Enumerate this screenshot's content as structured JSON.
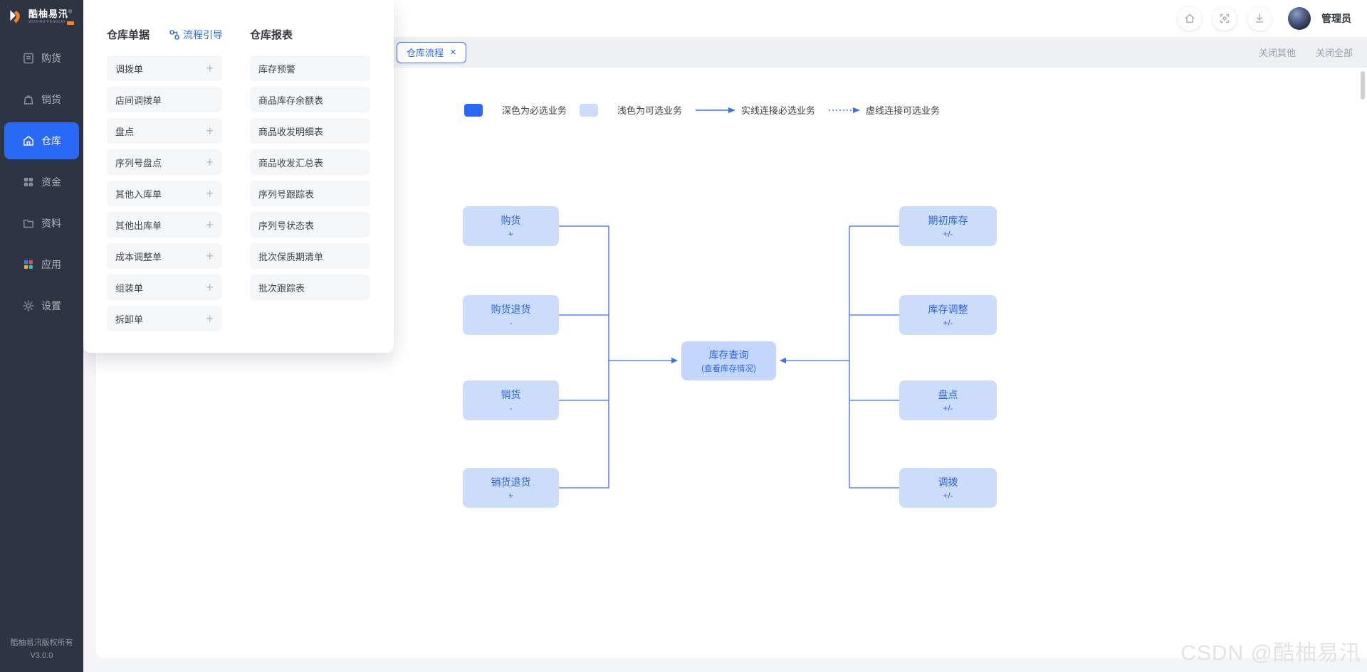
{
  "brand": {
    "name": "酷柚易汛",
    "reg": "®",
    "subtitle": "WUXING FENGLEI"
  },
  "sidebar": {
    "items": [
      {
        "id": "purchase",
        "icon": "ledger-icon",
        "label": "购货",
        "active": false
      },
      {
        "id": "sales",
        "icon": "bag-icon",
        "label": "销货",
        "active": false
      },
      {
        "id": "warehouse",
        "icon": "warehouse-icon",
        "label": "仓库",
        "active": true
      },
      {
        "id": "funds",
        "icon": "grid-icon",
        "label": "资金",
        "active": false
      },
      {
        "id": "materials",
        "icon": "folder-icon",
        "label": "资料",
        "active": false
      },
      {
        "id": "apps",
        "icon": "apps-icon",
        "label": "应用",
        "active": false
      },
      {
        "id": "settings",
        "icon": "gear-icon",
        "label": "设置",
        "active": false
      }
    ],
    "copyright": "酷柚易汛版权所有",
    "version": "V3.0.0"
  },
  "header": {
    "user": "管理员",
    "icons": [
      "home-icon",
      "fullscreen-icon",
      "download-icon"
    ]
  },
  "tabs": {
    "active": "仓库流程",
    "close_others": "关闭其他",
    "close_all": "关闭全部"
  },
  "mega_menu": {
    "col1_title": "仓库单据",
    "guide_link": "流程引导",
    "col2_title": "仓库报表",
    "documents": [
      {
        "label": "调拨单",
        "has_add": true
      },
      {
        "label": "店间调拨单",
        "has_add": false
      },
      {
        "label": "盘点",
        "has_add": true
      },
      {
        "label": "序列号盘点",
        "has_add": true
      },
      {
        "label": "其他入库单",
        "has_add": true
      },
      {
        "label": "其他出库单",
        "has_add": true
      },
      {
        "label": "成本调整单",
        "has_add": true
      },
      {
        "label": "组装单",
        "has_add": true
      },
      {
        "label": "拆卸单",
        "has_add": true
      }
    ],
    "reports": [
      "库存预警",
      "商品库存余额表",
      "商品收发明细表",
      "商品收发汇总表",
      "序列号跟踪表",
      "序列号状态表",
      "批次保质期清单",
      "批次跟踪表"
    ]
  },
  "legend": [
    {
      "type": "swatch-dark",
      "label": "深色为必选业务"
    },
    {
      "type": "swatch-light",
      "label": "浅色为可选业务"
    },
    {
      "type": "arrow-solid",
      "label": "实线连接必选业务"
    },
    {
      "type": "arrow-dashed",
      "label": "虚线连接可选业务"
    }
  ],
  "flow": {
    "left": [
      {
        "id": "purchase",
        "title": "购货",
        "sub": "+"
      },
      {
        "id": "purchase-return",
        "title": "购货退货",
        "sub": "-"
      },
      {
        "id": "sales",
        "title": "销货",
        "sub": "-"
      },
      {
        "id": "sales-return",
        "title": "销货退货",
        "sub": "+"
      }
    ],
    "center": {
      "id": "inventory-query",
      "title": "库存查询",
      "sub": "(查看库存情况)"
    },
    "right": [
      {
        "id": "opening-stock",
        "title": "期初库存",
        "sub": "+/-"
      },
      {
        "id": "stock-adjust",
        "title": "库存调整",
        "sub": "+/-"
      },
      {
        "id": "stocktake",
        "title": "盘点",
        "sub": "+/-"
      },
      {
        "id": "transfer",
        "title": "调拨",
        "sub": "+/-"
      }
    ]
  },
  "watermark": "CSDN @酷柚易汛",
  "colors": {
    "primary": "#2a68f6",
    "sidebar_bg": "#2e3542",
    "node_bg": "#ccdcfb",
    "node_center_bg": "#c3d6fb",
    "node_text": "#2c66ee",
    "line": "#3a6ef5",
    "tabstrip_bg": "#eef0f4",
    "pill_bg": "#f5f6f8"
  }
}
